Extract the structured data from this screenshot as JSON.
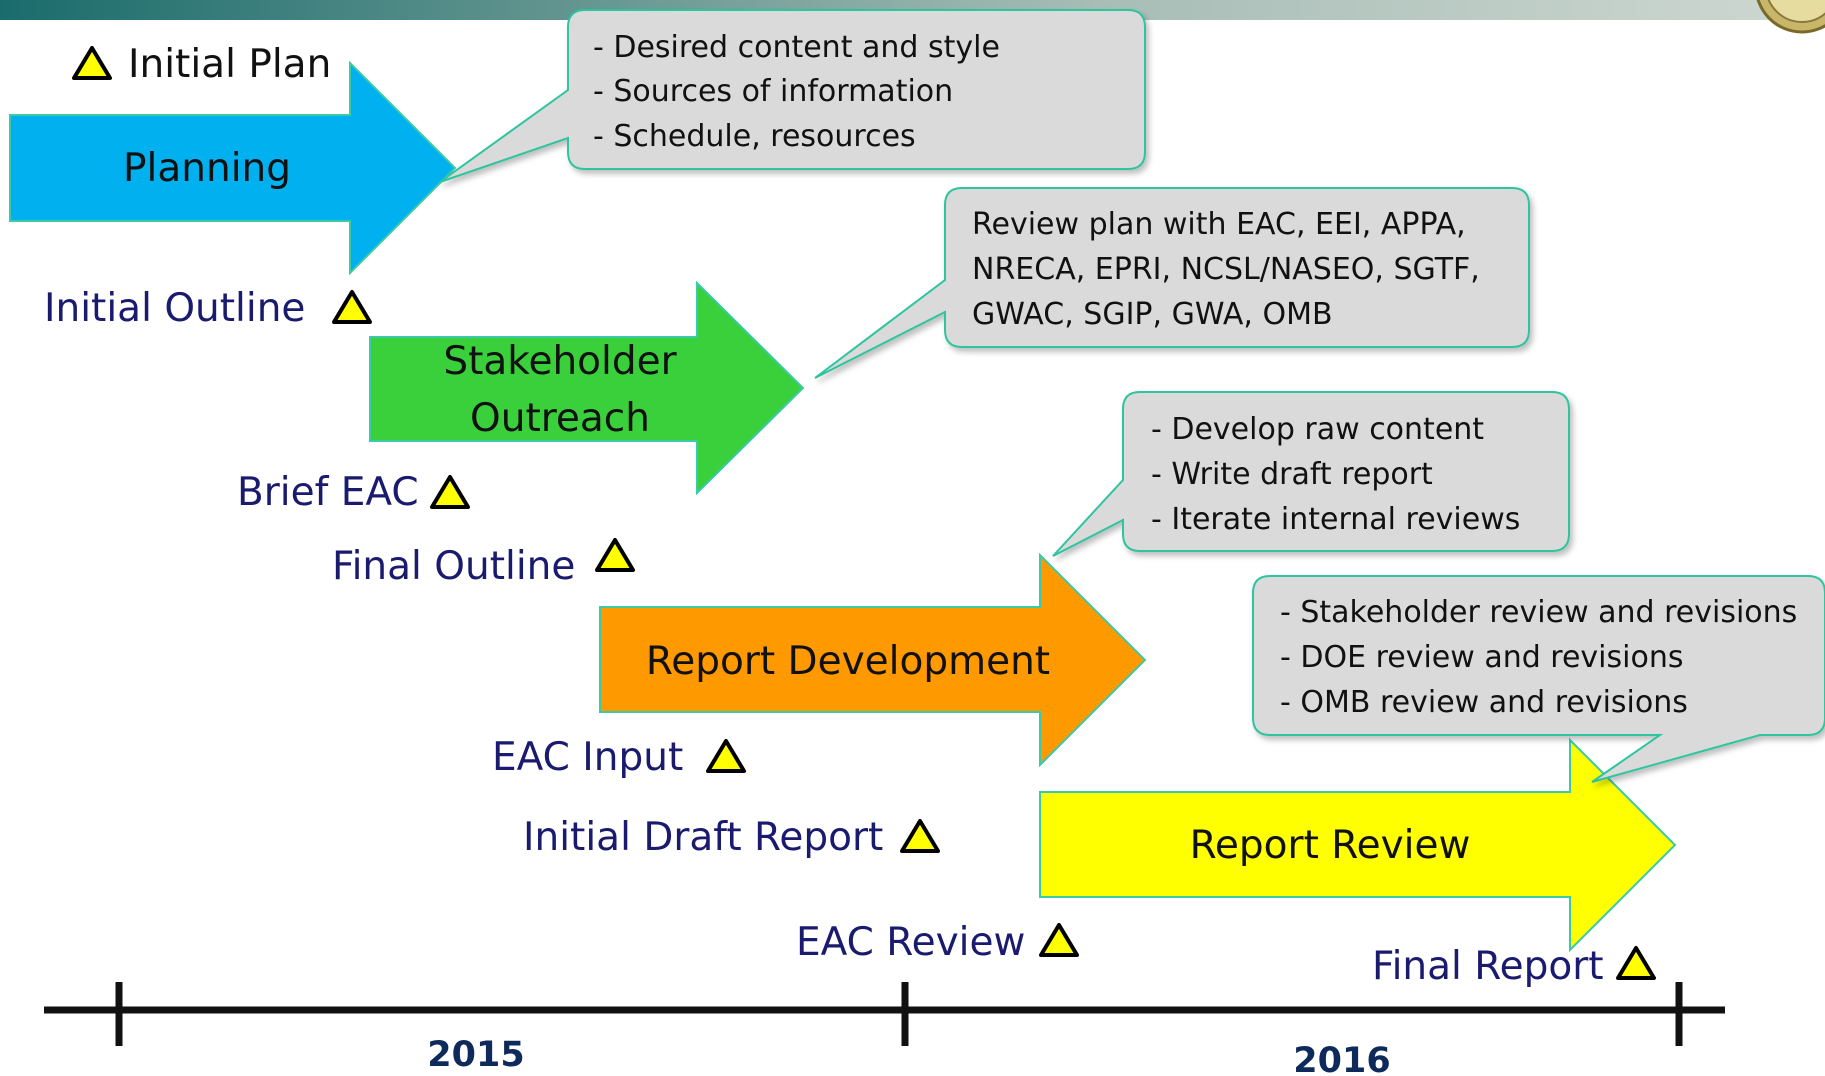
{
  "colors": {
    "planning": "#00b0ef",
    "outreach": "#39d03c",
    "development": "#ff9900",
    "review": "#ffff00",
    "milestone_fill": "#ffff00",
    "milestone_text": "#1a1a6e",
    "callout_fill": "#dadada",
    "callout_border": "#2ec49e",
    "arrow_border": "#3cc9a8",
    "timeline": "#111111"
  },
  "phases": {
    "planning": "Planning",
    "outreach_line1": "Stakeholder",
    "outreach_line2": "Outreach",
    "development": "Report Development",
    "review": "Report Review"
  },
  "callouts": {
    "planning": [
      "- Desired content and style",
      "- Sources of information",
      "- Schedule, resources"
    ],
    "outreach": [
      "Review plan with EAC, EEI, APPA,",
      "NRECA, EPRI, NCSL/NASEO, SGTF,",
      "GWAC, SGIP, GWA, OMB"
    ],
    "development": [
      "- Develop raw content",
      "- Write draft report",
      "- Iterate internal reviews"
    ],
    "review": [
      "- Stakeholder review and revisions",
      "- DOE review and revisions",
      "- OMB review and revisions"
    ]
  },
  "milestones": {
    "initial_plan": "Initial Plan",
    "initial_outline": "Initial Outline",
    "brief_eac": "Brief EAC",
    "final_outline": "Final Outline",
    "eac_input": "EAC Input",
    "initial_draft": "Initial Draft Report",
    "eac_review": "EAC Review",
    "final_report": "Final Report"
  },
  "timeline": {
    "year1": "2015",
    "year2": "2016"
  },
  "icons": {
    "milestone": "warning-triangle-icon",
    "seal": "doe-seal-icon"
  }
}
